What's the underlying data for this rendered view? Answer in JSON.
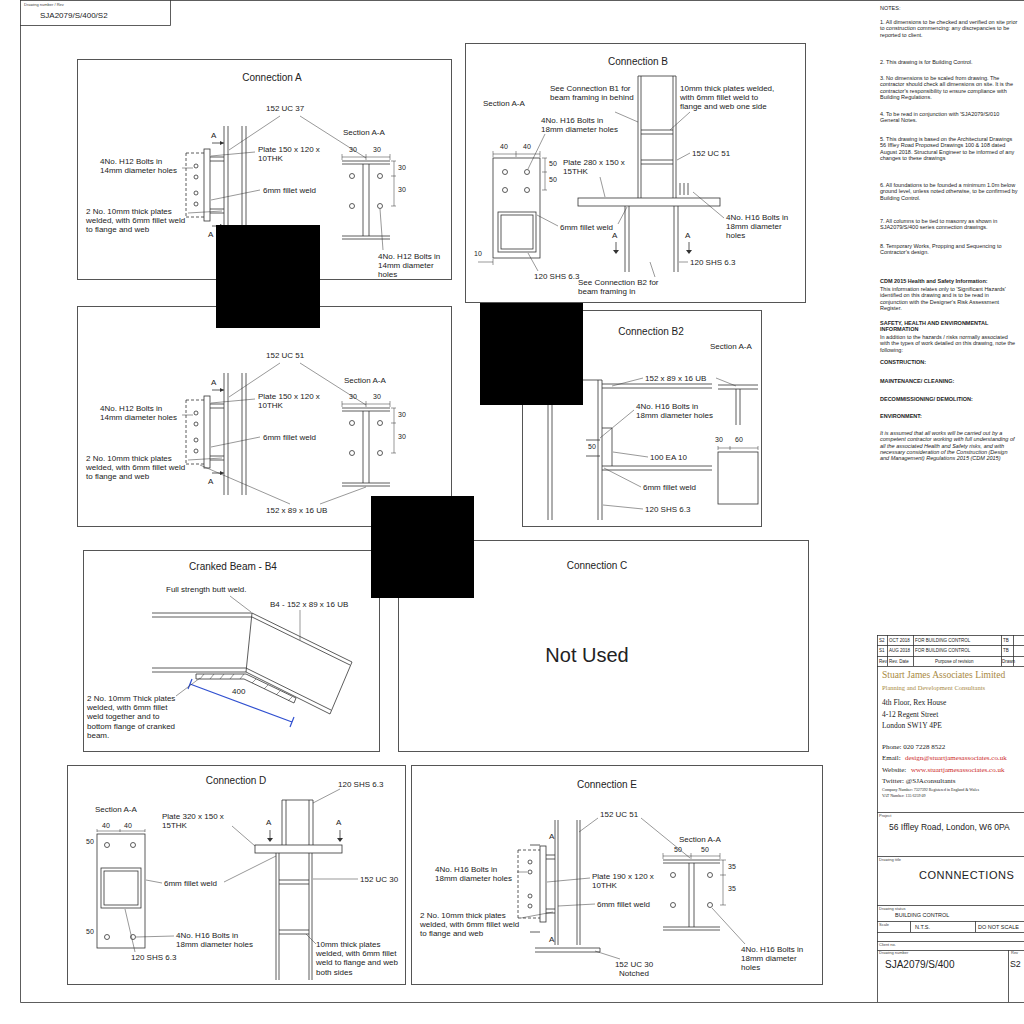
{
  "diagram": {
    "nodes": [
      {
        "text": [
          "Connection A"
        ]
      },
      {
        "text": [
          "Section A-A"
        ]
      },
      {
        "text": [
          "Connection B"
        ]
      },
      {
        "text": [
          "Connection B2"
        ]
      },
      {
        "text": [
          "Cranked Beam - B4"
        ]
      },
      {
        "text": [
          "Connection C",
          "Not Used"
        ]
      },
      {
        "text": [
          "Connection D"
        ]
      },
      {
        "text": [
          "Connection E"
        ]
      }
    ],
    "labels": [
      "Drawing number / Rev",
      "SJA2079/S/400/S2",
      "152 UC 37",
      "Section A-A",
      "30",
      "30",
      "30",
      "30",
      "Plate 150 x 120 x 10THK",
      "4No. H12 Bolts in 14mm diameter holes",
      "6mm fillet weld",
      "2 No. 10mm thick plates welded, with 6mm fillet weld to flange and web",
      "A",
      "A",
      "4No. H12 Bolts in 14mm diameter holes",
      "152 UC 51",
      "Plate 150 x 120 x 10THK",
      "4No. H12 Bolts in 14mm diameter holes",
      "30",
      "30",
      "30",
      "30",
      "6mm fillet weld",
      "2 No. 10mm thick plates welded, with 6mm fillet weld to flange and web",
      "152 x 89 x 16 UB",
      "A",
      "A",
      "Section A-A",
      "40",
      "40",
      "50",
      "50",
      "Plate 280 x 150 x 15THK",
      "See Connection B1 for beam framing in behind",
      "4No. H16 Bolts in 18mm diameter holes",
      "10mm thick plates welded, with 6mm fillet weld to flange and web one side",
      "152 UC 51",
      "6mm fillet weld",
      "10",
      "120 SHS 6.3",
      "4No. H16 Bolts in 18mm diameter holes",
      "A",
      "A",
      "120 SHS 6.3",
      "See Connection B2 for beam framing in",
      "Section A-A",
      "152 x 89 x 16 UB",
      "4No. H16 Bolts in 18mm diameter holes",
      "50",
      "100 EA 10",
      "30",
      "60",
      "6mm fillet weld",
      "120 SHS 6.3",
      "Full strength butt weld.",
      "B4 - 152 x 89 x 16 UB",
      "400",
      "2 No. 10mm Thick plates welded, with 6mm fillet weld together and to bottom flange of cranked beam.",
      "Section A-A",
      "40",
      "40",
      "50",
      "50",
      "Plate 320 x 150 x 15THK",
      "6mm fillet weld",
      "4No. H16 Bolts in 18mm diameter holes",
      "120 SHS 6.3",
      "120 SHS 6.3",
      "A",
      "A",
      "152 UC 30",
      "10mm thick plates welded, with 6mm fillet weld to flange and web both sides",
      "152 UC 51",
      "Plate 190 x 120 x 10THK",
      "Section A-A",
      "4No. H16 Bolts in 18mm diameter holes",
      "50",
      "50",
      "35",
      "35",
      "6mm fillet weld",
      "2 No. 10mm thick plates welded, with 6mm fillet weld to flange and web",
      "A",
      "A",
      "152 UC 30 Notched",
      "4No. H16 Bolts in 18mm diameter holes",
      "NOTES:",
      "1. All dimensions to be checked and verified on site prior to construction commencing: any discrepancies to be reported to client.",
      "2. This drawing is for Building Control.",
      "3. No dimensions to be scaled from drawing. The contractor should check all dimensions on site. It is the contractor's responsibility to ensure compliance with Building Regulations.",
      "4. To be read in conjunction with 'SJA2079/S/010 General Notes.",
      "5. This drawing is based on the Architectural Drawings 56 Iffley Road Proposed Drawings 100 & 108 dated August 2018. Structural Engineer to be informed of any changes to these drawings",
      "6. All foundations to be founded a minimum 1.0m below ground level, unless noted otherwise, to be confirmed by Building Control.",
      "7. All columns to be tied to masonry as shown in SJA2079/S/400 series connection drawings.",
      "8. Temporary Works, Propping and Sequencing to Contractor's design.",
      "CDM 2015 Health and Safety Information:",
      "This information relates only to 'Significant Hazards' identified on this drawing and is to be read in conjunction with the Designer's Risk Assessment Register.",
      "SAFETY, HEALTH AND ENVIRONMENTAL INFORMATION",
      "In addition to the hazards / risks normally associated with the types of work detailed on this drawing, note the following:",
      "CONSTRUCTION:",
      "MAINTENANCE/ CLEANING:",
      "DECOMMISSIONING/ DEMOLITION:",
      "ENVIRONMENT:",
      "It is assumed that all works will be carried out by a competent contractor working with full understanding of all the associated Health and Safety risks, and with necessary consideration of the Construction (Design and Management) Regulations 2015 (CDM 2015)",
      "S2",
      "OCT 2018",
      "FOR BUILDING CONTROL",
      "TB",
      "S1",
      "AUG 2018",
      "FOR BUILDING CONTROL",
      "TB",
      "Rev",
      "Rev. Date",
      "Purpose of revision",
      "Drawn",
      "Stuart James Associates Limited",
      "Planning and Development Consultants",
      "4th Floor, Rex House",
      "4-12 Regent Street",
      "London SW1Y 4PE",
      "Phone: 020 7228 8522",
      "Email:",
      "design@stuartjamesassociates.co.uk",
      "Website:",
      "www.stuartjamesassociates.co.uk",
      "Twitter: @SJAconsultants",
      "Company Number: 7327392 Registered in England & Wales",
      "VAT Number: 135 6259 09",
      "Project",
      "56 Iffley Road, London, W6 0PA",
      "Drawing title",
      "CONNNECTIONS",
      "Drawing status",
      "BUILDING CONTROL",
      "Scale",
      "N.T.S.",
      "DO NOT SCALE",
      "Client no.",
      "Drawing number",
      "SJA2079/S/400",
      "Rev",
      "S2"
    ]
  }
}
